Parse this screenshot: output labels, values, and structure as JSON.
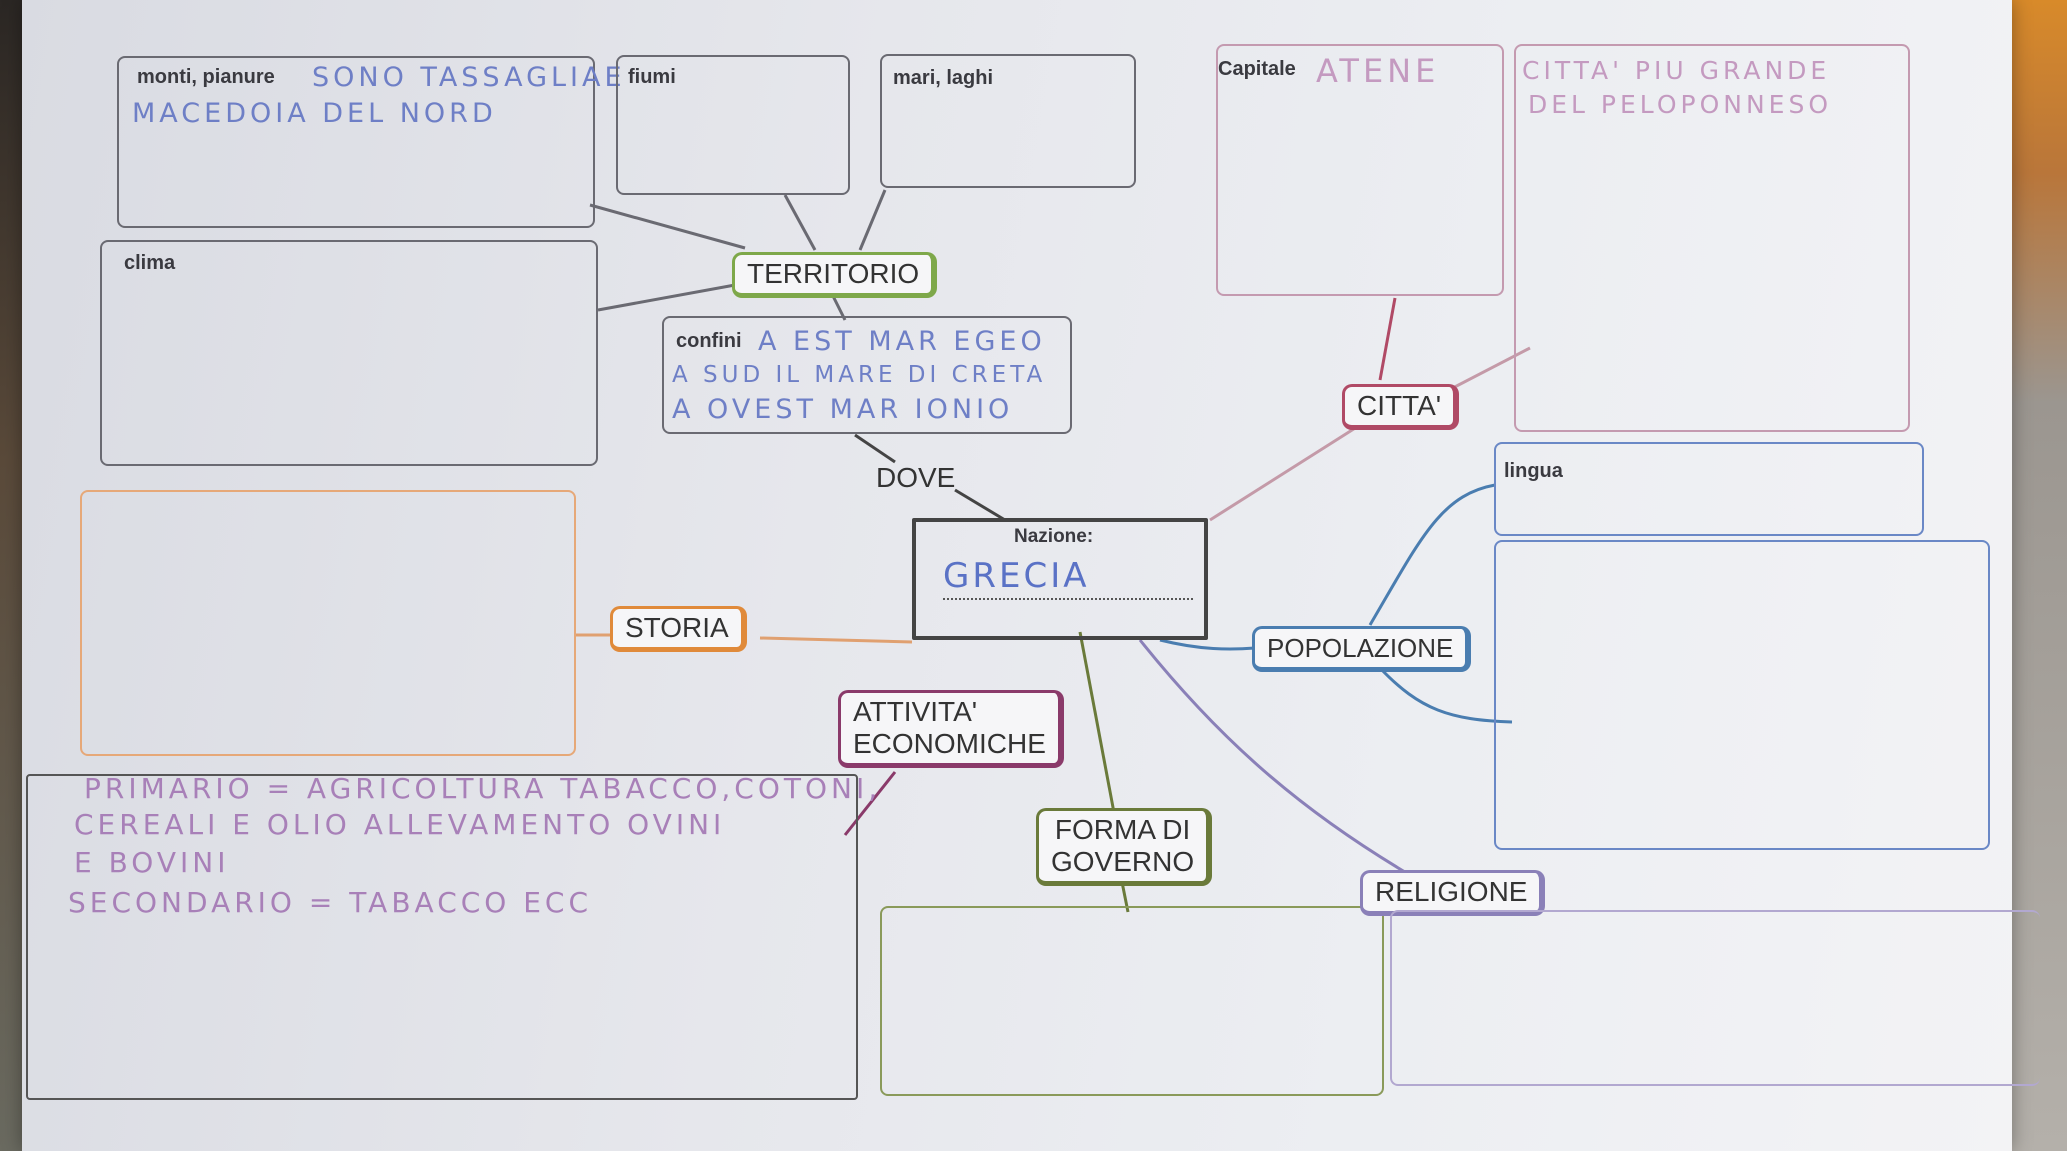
{
  "title": {
    "label": "Nazione:",
    "value": "GRECIA"
  },
  "nodes": {
    "territorio": "TERRITORIO",
    "dove": "DOVE",
    "citta": "CITTA'",
    "storia": "STORIA",
    "popolazione": "POPOLAZIONE",
    "attivita_line1": "ATTIVITA'",
    "attivita_line2": "ECONOMICHE",
    "forma_line1": "FORMA DI",
    "forma_line2": "GOVERNO",
    "religione": "RELIGIONE"
  },
  "boxes": {
    "monti": {
      "label": "monti, pianure",
      "answer_line1": "SONO TASSAGLIAE",
      "answer_line2": "MACEDOIA DEL NORD"
    },
    "fiumi": {
      "label": "fiumi"
    },
    "mari": {
      "label": "mari, laghi"
    },
    "clima": {
      "label": "clima"
    },
    "confini": {
      "label": "confini",
      "line1": "A EST MAR EGEO",
      "line2": "A SUD IL MARE DI CRETA",
      "line3": "A OVEST MAR IONIO"
    },
    "capitale": {
      "label": "Capitale",
      "answer": "ATENE"
    },
    "citta_grande": {
      "line1": "CITTA' PIU GRANDE",
      "line2": "DEL PELOPONNESO"
    },
    "lingua": {
      "label": "lingua"
    },
    "attivita_text": {
      "line1": "PRIMARIO = AGRICOLTURA TABACCO,COTONI,",
      "line2": "CEREALI E OLIO ALLEVAMENTO OVINI",
      "line3": "E BOVINI",
      "line4": "SECONDARIO = TABACCO ECC"
    }
  },
  "colors": {
    "territorio": "#7ea84a",
    "citta": "#b04a66",
    "storia": "#e08a3a",
    "popolazione": "#4a7db0",
    "attivita": "#8a3a6a",
    "forma": "#6a7a3a",
    "religione": "#8a80b8",
    "handwriting_blue": "#6e7fc6",
    "handwriting_purple": "#a880b8"
  }
}
